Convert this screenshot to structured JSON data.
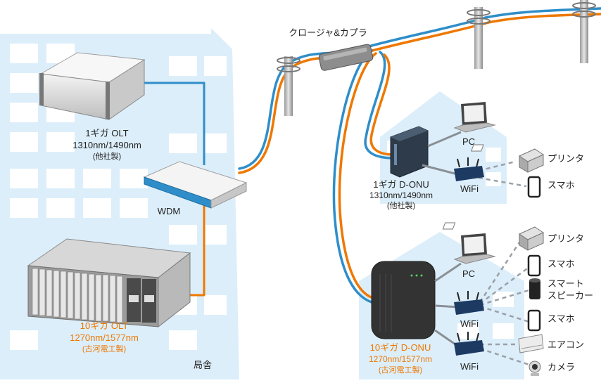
{
  "labels": {
    "coupler": "クロージャ&カプラ",
    "olt1g_name": "1ギガ OLT",
    "olt1g_wave": "1310nm/1490nm",
    "olt1g_maker": "(他社製)",
    "wdm": "WDM",
    "olt10g_name": "10ギガ OLT",
    "olt10g_wave": "1270nm/1577nm",
    "olt10g_maker": "(古河電工製)",
    "station": "局舎",
    "onu1g_name": "1ギガ D-ONU",
    "onu1g_wave": "1310nm/1490nm",
    "onu1g_maker": "(他社製)",
    "onu10g_name": "10ギガ D-ONU",
    "onu10g_wave": "1270nm/1577nm",
    "onu10g_maker": "(古河電工製)",
    "pc_a": "PC",
    "wifi_a": "WiFi",
    "printer_a": "プリンタ",
    "phone_a": "スマホ",
    "pc_b": "PC",
    "wifi_b1": "WiFi",
    "wifi_b2": "WiFi",
    "printer_b": "プリンタ",
    "phone_b1": "スマホ",
    "speaker_line1": "スマート",
    "speaker_line2": "スピーカー",
    "phone_b2": "スマホ",
    "aircon": "エアコン",
    "camera": "カメラ"
  },
  "colors": {
    "building": "#dceefa",
    "fiber_blue": "#2f8ec9",
    "fiber_orange": "#ee7800",
    "accent_orange": "#ee7800",
    "link_gray": "#8a8f96"
  }
}
